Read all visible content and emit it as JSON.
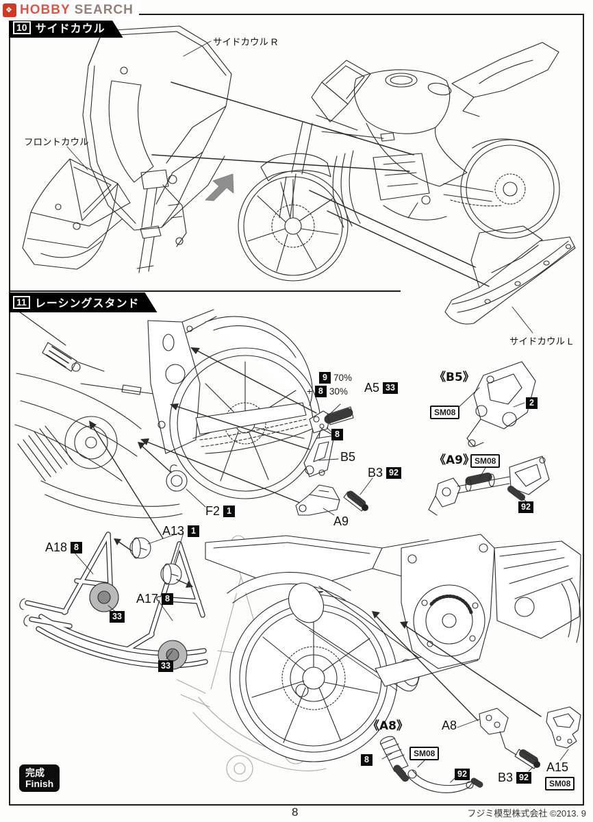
{
  "watermark": {
    "brand_first": "HOBBY",
    "brand_second": "SEARCH",
    "logo_glyph": "❖"
  },
  "footer": {
    "page_number": "8",
    "copyright": "フジミ模型株式会社 ©2013. 9"
  },
  "finish_badge": {
    "jp": "完成",
    "en": "Finish"
  },
  "colors": {
    "banner_bg": "#000000",
    "line_art": "#2b2b2b",
    "ghost_gray": "#a9a9a9",
    "arrow_gray": "#8f8f8f",
    "watermark_red": "#cf3a28"
  },
  "section10": {
    "number": "10",
    "title": "サイドカウル",
    "labels": {
      "side_cowl_r": "サイドカウル R",
      "front_cowl": "フロントカウル",
      "side_cowl_l": "サイドカウル L"
    }
  },
  "section11": {
    "number": "11",
    "title": "レーシングスタンド",
    "paint_mix": {
      "color_a": "9",
      "ratio_a": "70%",
      "plus": "+",
      "color_b": "8",
      "ratio_b": "30%"
    },
    "callouts": {
      "a5": {
        "part": "A5",
        "paint": "33"
      },
      "peg_paint": "8",
      "b5": "B5",
      "b3_upper": {
        "part": "B3",
        "paint": "92"
      },
      "a9": "A9",
      "f2": {
        "part": "F2",
        "paint": "1"
      },
      "a13": {
        "part": "A13",
        "paint": "1"
      },
      "a18": {
        "part": "A18",
        "paint": "8"
      },
      "a17": {
        "part": "A17",
        "paint": "8"
      },
      "wheel_paint_1": "33",
      "wheel_paint_2": "33",
      "sub_b5": {
        "title": "《B5》",
        "paint": "2",
        "decal": "SM08"
      },
      "sub_a9": {
        "title": "《A9》",
        "decal": "SM08",
        "paint": "92"
      },
      "sub_a8": {
        "title": "《A8》",
        "paint_1": "8",
        "decal": "SM08",
        "paint_2": "92"
      },
      "a8": "A8",
      "b3_lower": {
        "part": "B3",
        "paint": "92"
      },
      "a15": {
        "part": "A15",
        "decal": "SM08"
      }
    }
  }
}
